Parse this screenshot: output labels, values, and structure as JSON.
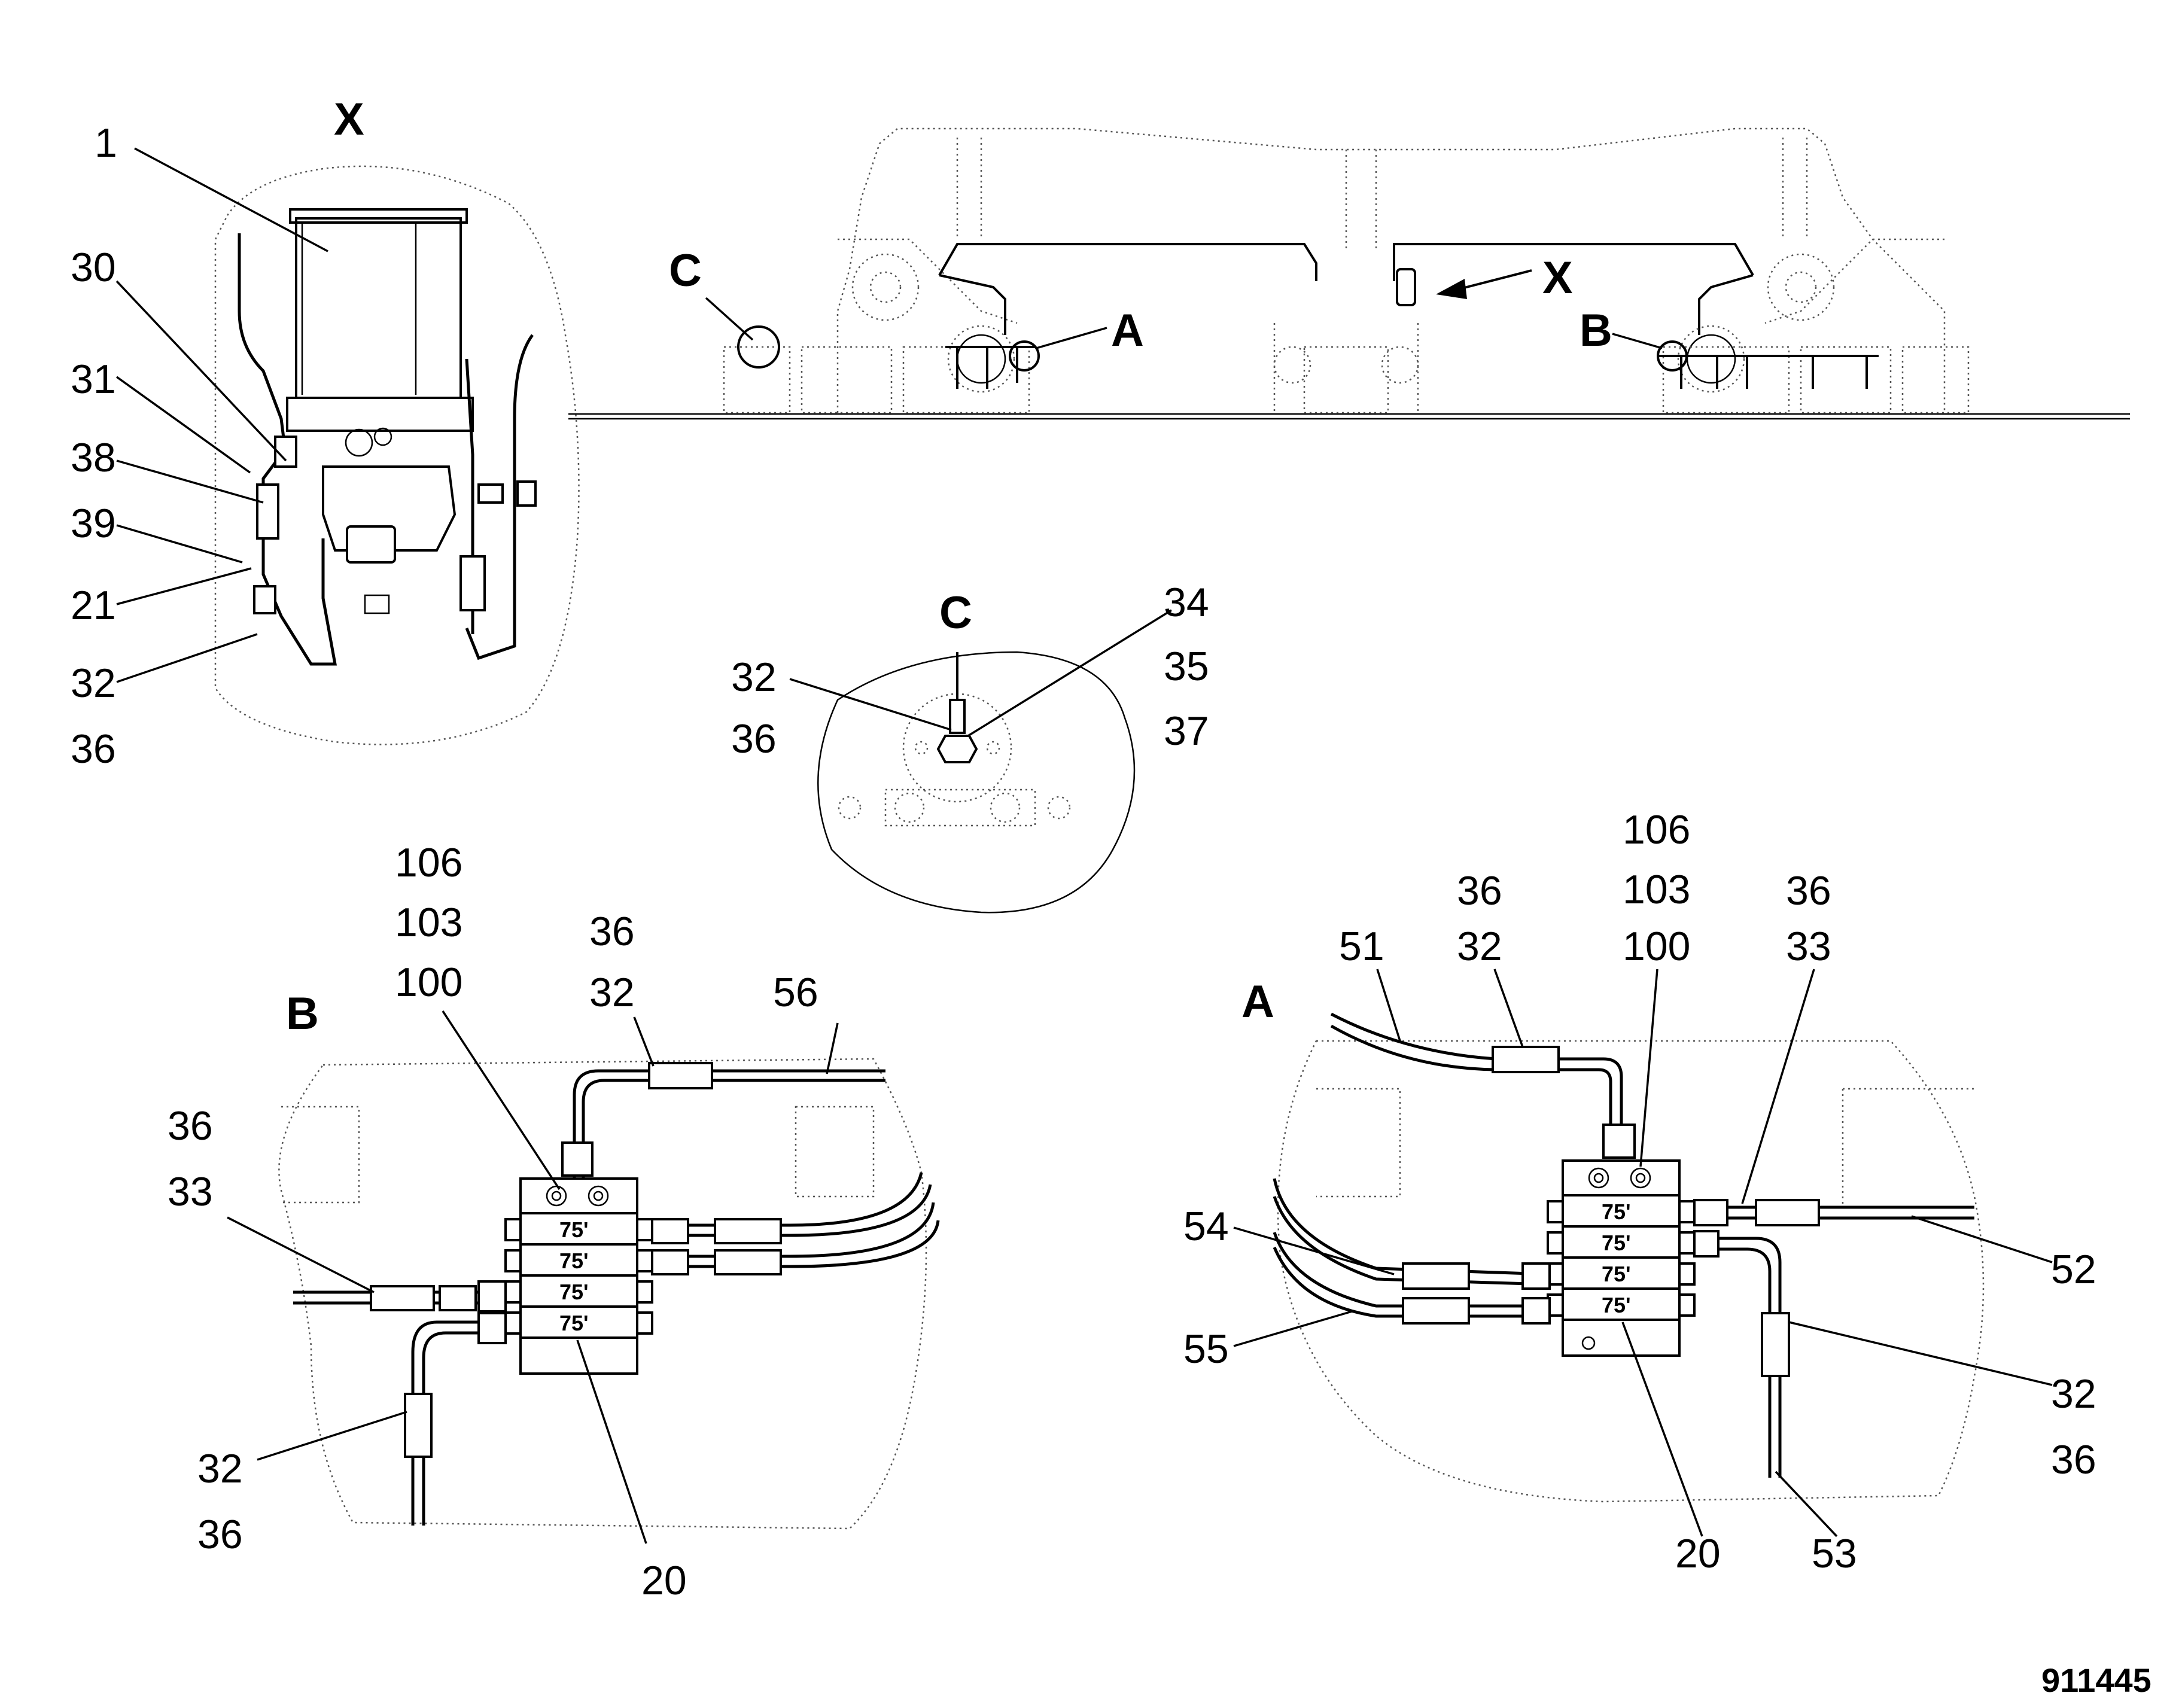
{
  "document_number": "911445",
  "view_x": {
    "title": "X",
    "callouts": [
      "1",
      "30",
      "31",
      "38",
      "39",
      "21",
      "32",
      "36"
    ]
  },
  "overview": {
    "markers": [
      "C",
      "A",
      "X",
      "B"
    ]
  },
  "view_c": {
    "title": "C",
    "callouts": [
      "34",
      "35",
      "37",
      "32",
      "36"
    ]
  },
  "view_b": {
    "title": "B",
    "callouts": [
      "106",
      "103",
      "100",
      "36",
      "32",
      "56",
      "36",
      "33",
      "32",
      "36",
      "20"
    ],
    "block_labels": [
      "75'",
      "75'",
      "75'",
      "75'"
    ]
  },
  "view_a": {
    "title": "A",
    "callouts": [
      "106",
      "103",
      "100",
      "36",
      "32",
      "36",
      "33",
      "51",
      "54",
      "55",
      "52",
      "32",
      "36",
      "20",
      "53"
    ],
    "block_labels": [
      "75'",
      "75'",
      "75'",
      "75'"
    ]
  }
}
